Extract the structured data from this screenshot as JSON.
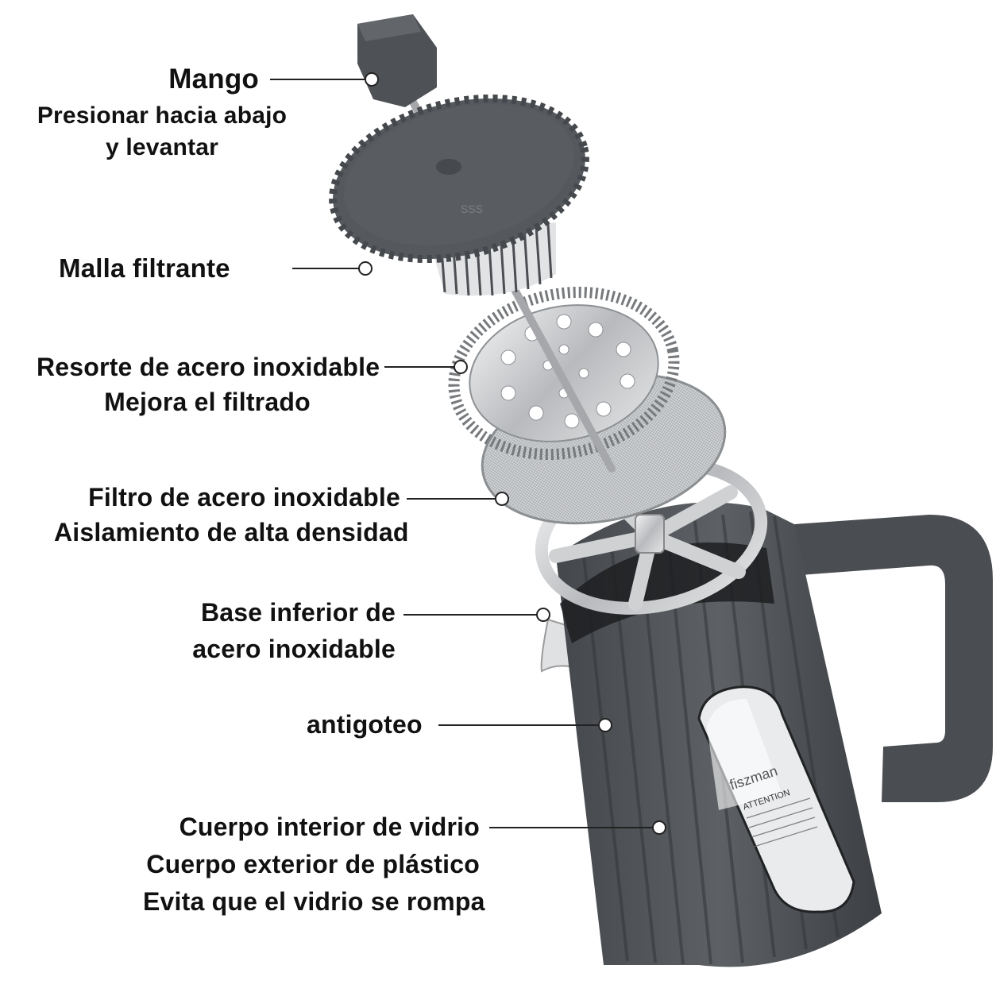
{
  "labels": {
    "mango": "Mango",
    "mango_sub1": "Presionar hacia abajo",
    "mango_sub2": "y levantar",
    "malla": "Malla filtrante",
    "resorte1": "Resorte de acero inoxidable",
    "resorte2": "Mejora el filtrado",
    "filtro1": "Filtro de acero inoxidable",
    "filtro2": "Aislamiento de alta densidad",
    "base1": "Base inferior de",
    "base2": "acero inoxidable",
    "antigoteo": "antigoteo",
    "cuerpo1": "Cuerpo interior de vidrio",
    "cuerpo2": "Cuerpo exterior de plástico",
    "cuerpo3": "Evita que el vidrio se rompa"
  },
  "product": {
    "brand": "fiszman",
    "lid_mark": "SSS",
    "window_title": "ATTENTION"
  },
  "colors": {
    "plastic": "#55585c",
    "plastic_dark": "#3f4246",
    "steel": "#c9cbcd",
    "glass": "#e8eaec",
    "text": "#111111",
    "leader": "#222222"
  }
}
